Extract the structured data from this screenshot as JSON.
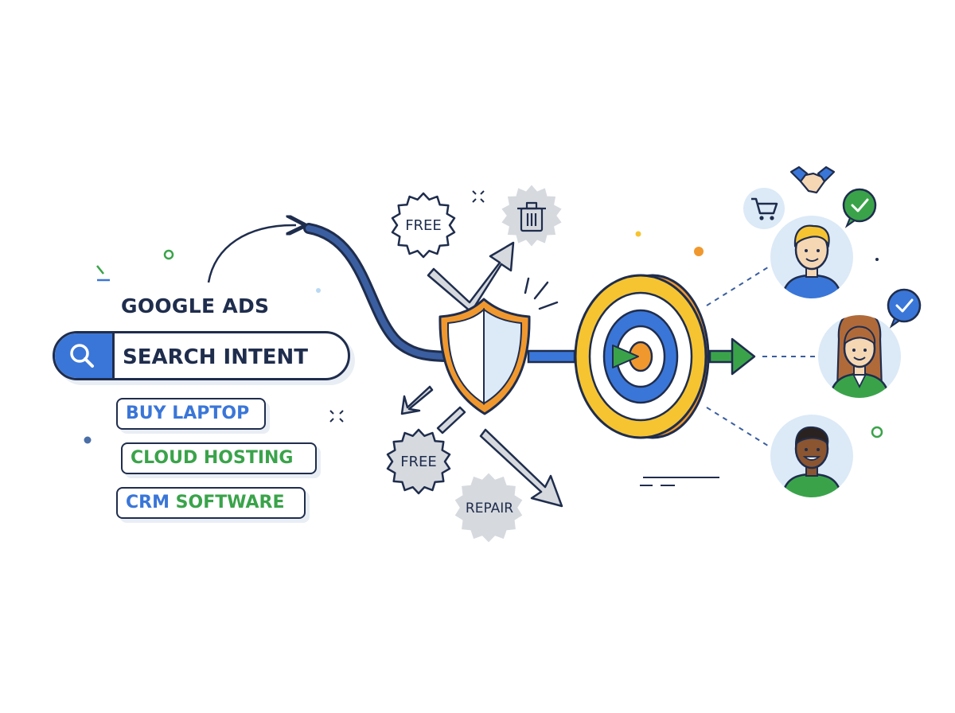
{
  "search": {
    "title": "GOOGLE ADS",
    "query": "SEARCH INTENT"
  },
  "keywords": [
    {
      "text": "BUY LAPTOP",
      "color": "#3a76d8"
    },
    {
      "text": "CLOUD HOSTING",
      "color": "#3aa34a"
    },
    {
      "parts": [
        "CRM",
        "SOFTWARE"
      ],
      "colors": [
        "#3a76d8",
        "#3aa34a"
      ]
    }
  ],
  "negative_badges": [
    {
      "label": "FREE"
    },
    {
      "label": "",
      "icon": "trash-icon"
    },
    {
      "label": "FREE"
    },
    {
      "label": "REPAIR"
    }
  ],
  "icons": [
    "search-icon",
    "shield-icon",
    "target-icon",
    "handshake-icon",
    "cart-icon",
    "check-icon",
    "person-icon"
  ],
  "colors": {
    "navy": "#1f2d4d",
    "blue": "#3a76d8",
    "green": "#3aa34a",
    "yellow": "#f6c431",
    "orange": "#f0982e",
    "gray": "#b8bdc5",
    "light_blue": "#dce9f7"
  }
}
